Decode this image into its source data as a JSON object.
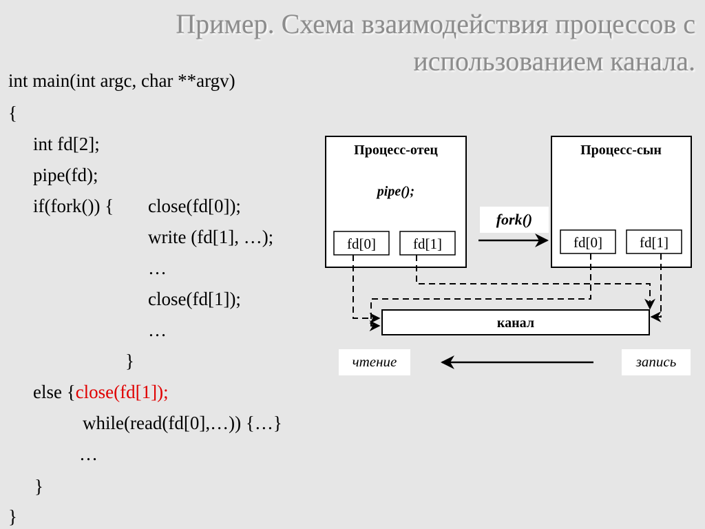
{
  "title": {
    "line1": "Пример. Схема взаимодействия процессов с",
    "line2": "использованием канала."
  },
  "code": {
    "l1": "int main(int argc, char **argv)",
    "l2": "{",
    "l3": "int fd[2];",
    "l4": "pipe(fd);",
    "l5": "if(fork()) {",
    "l5b": "close(fd[0]);",
    "l6": "write (fd[1], …);",
    "l7": "…",
    "l8": "close(fd[1]);",
    "l9": "…",
    "l10": "}",
    "l11": "else {",
    "l11b": "close(fd[1]);",
    "l12": "while(read(fd[0],…)) {…}",
    "l13": "…",
    "l14": "}",
    "l15": "}"
  },
  "diagram": {
    "parent": {
      "title": "Процесс-отец",
      "call": "pipe();",
      "fd0": "fd[0]",
      "fd1": "fd[1]"
    },
    "child": {
      "title": "Процесс-сын",
      "fd0": "fd[0]",
      "fd1": "fd[1]"
    },
    "fork_label": "fork()",
    "channel_label": "канал",
    "read_label": "чтение",
    "write_label": "запись"
  },
  "colors": {
    "background": "#e6e6e6",
    "title": "#8c8c8c",
    "highlight": "#e00000"
  }
}
